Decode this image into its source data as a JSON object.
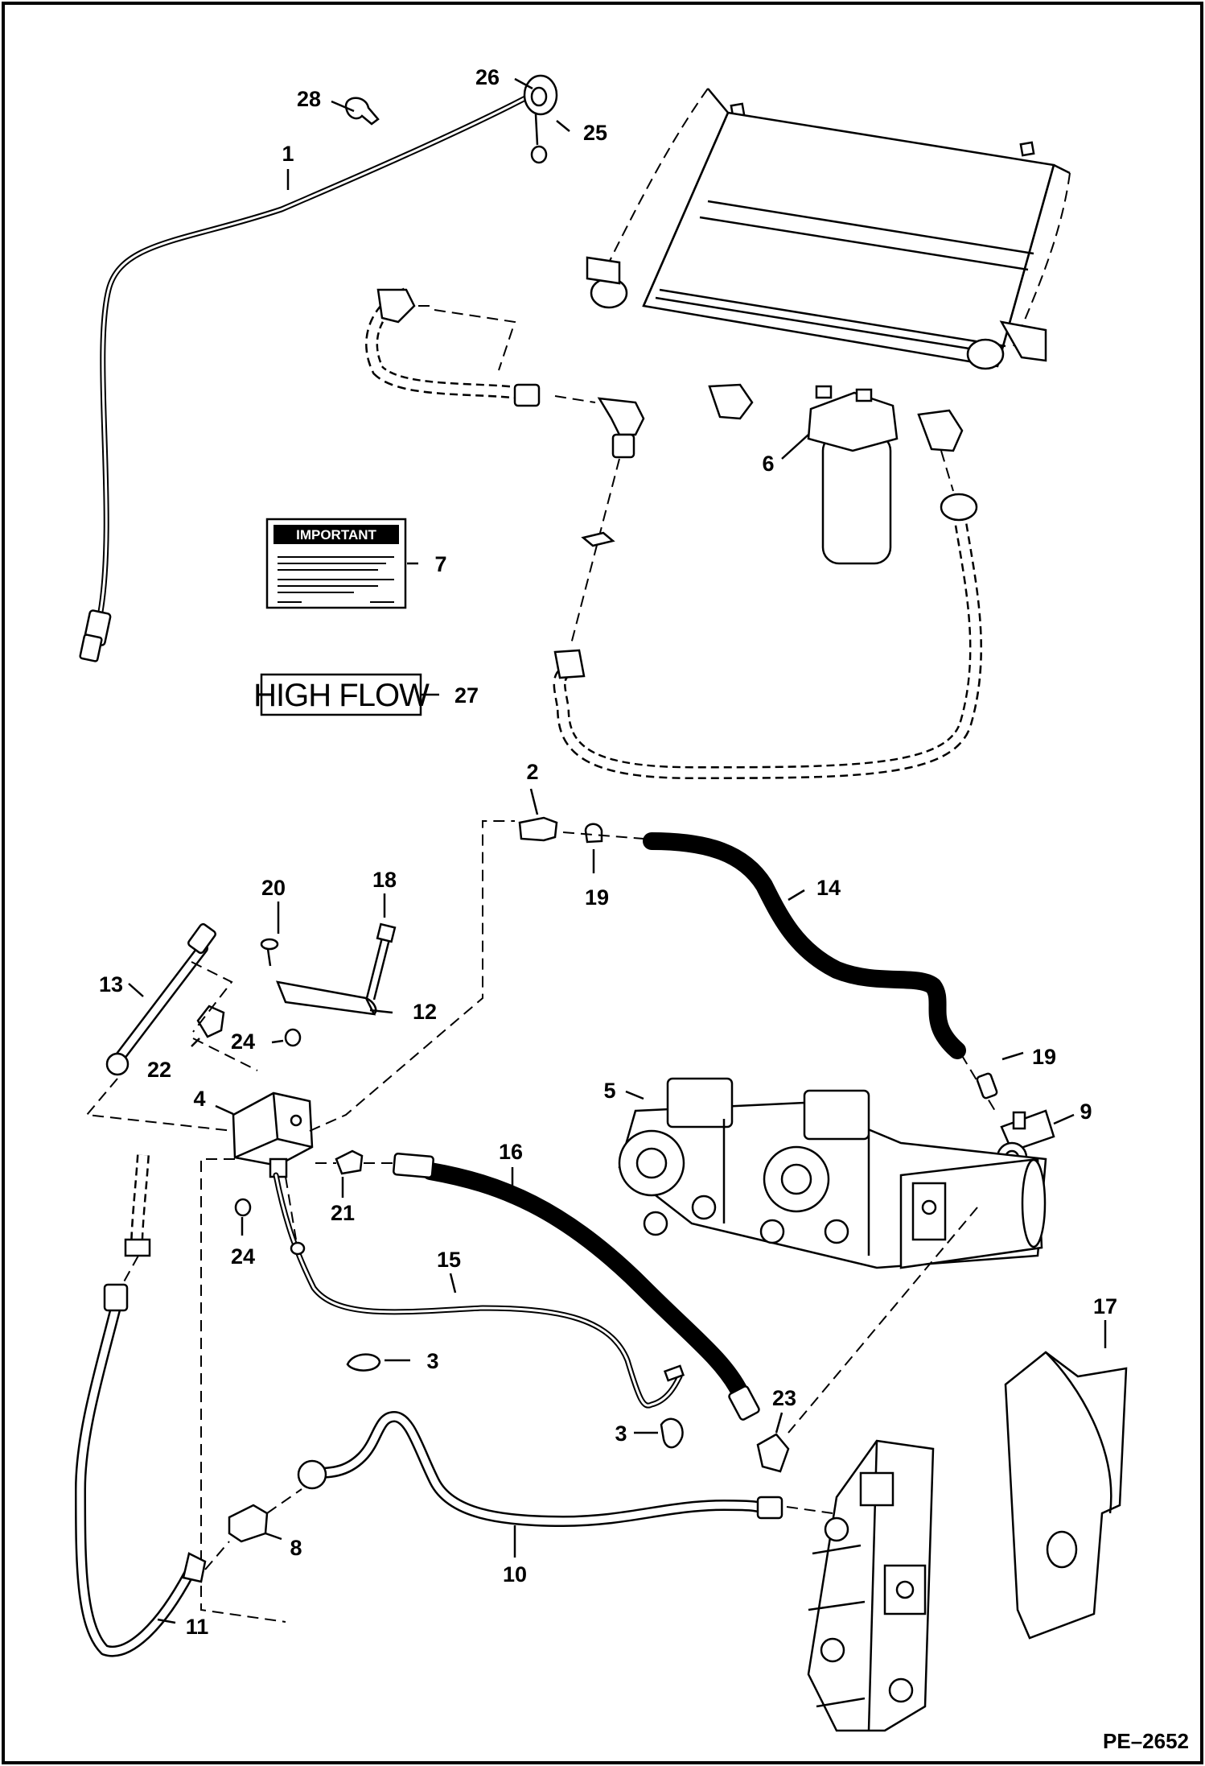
{
  "callouts": {
    "c1": "1",
    "c2": "2",
    "c3a": "3",
    "c3b": "3",
    "c4": "4",
    "c5": "5",
    "c6": "6",
    "c7": "7",
    "c8": "8",
    "c9": "9",
    "c10": "10",
    "c11": "11",
    "c12": "12",
    "c13": "13",
    "c14": "14",
    "c15": "15",
    "c16": "16",
    "c17": "17",
    "c18": "18",
    "c19a": "19",
    "c19b": "19",
    "c20": "20",
    "c21": "21",
    "c22": "22",
    "c23": "23",
    "c24a": "24",
    "c24b": "24",
    "c25": "25",
    "c26": "26",
    "c27": "27",
    "c28": "28"
  },
  "decal_important": {
    "title": "IMPORTANT"
  },
  "decal_high_flow": {
    "text": "HIGH FLOW"
  },
  "sheet_id": "PE–2652"
}
